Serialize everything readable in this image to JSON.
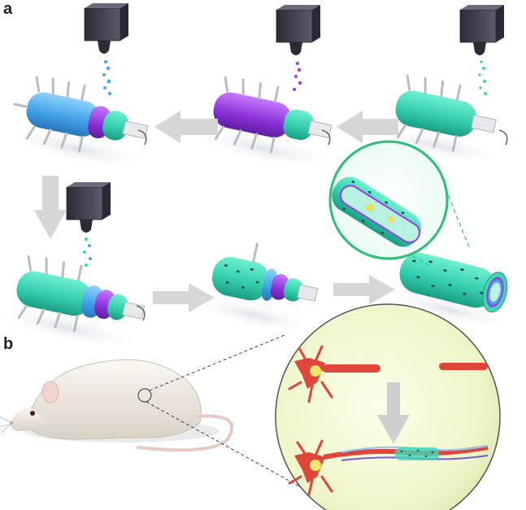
{
  "panels": {
    "a": {
      "label": "a"
    },
    "b": {
      "label": "b"
    }
  },
  "colors": {
    "teal": "#3fd6b6",
    "teal_dark": "#1f9e86",
    "blue": "#4aa8e8",
    "purple": "#9b3fe0",
    "nozzle": "#3a3a4a",
    "nozzle_face": "#4b4b5c",
    "spike": "#b8bcc4",
    "arrow": "#d3d3d3",
    "magnify_ring": "#2bbf7a",
    "nerve_bg": "#f4f8d8",
    "neuron_red": "#e0453a",
    "nucleus": "#f1e86a",
    "rat_body": "#f3efe8"
  },
  "icons": [
    "printer-nozzle-icon",
    "rotation-arrow-icon",
    "process-arrow-icon",
    "magnifier-icon",
    "rat-illustration",
    "neuron-illustration"
  ]
}
